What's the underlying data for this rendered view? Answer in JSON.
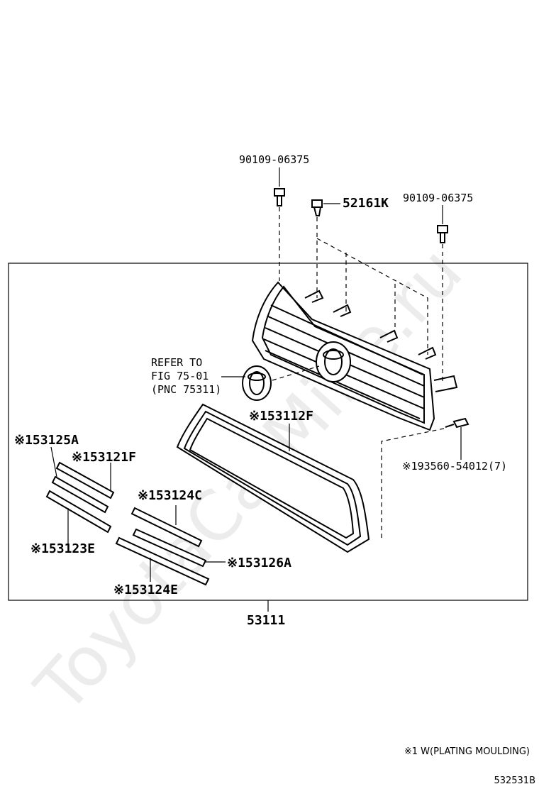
{
  "watermark": "ToyotaCarMine.ru",
  "labels": {
    "bolt_left": "90109-06375",
    "clip": "52161K",
    "bolt_right": "90109-06375",
    "refer_line1": "REFER TO",
    "refer_line2": "FIG 75-01",
    "refer_line3": "(PNC 75311)",
    "outer_moulding": "※153112F",
    "screw": "※193560-54012(7)",
    "strip_125a": "※153125A",
    "strip_121f": "※153121F",
    "strip_123e": "※153123E",
    "strip_124c": "※153124C",
    "strip_126a": "※153126A",
    "strip_124e": "※153124E",
    "assembly": "53111"
  },
  "footnote": "※1 W(PLATING MOULDING)",
  "figure_code": "532531B"
}
